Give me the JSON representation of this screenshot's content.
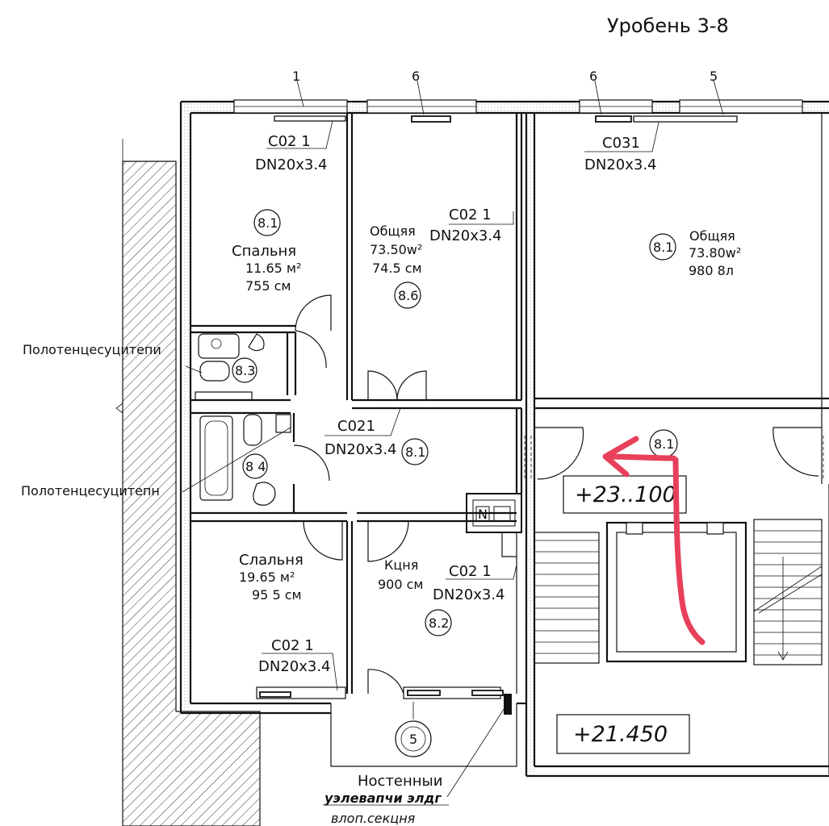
{
  "title": "Уробень 3-8",
  "window_marks": [
    "1",
    "6",
    "6",
    "5"
  ],
  "rooms": {
    "bedroom_top": {
      "tag": "8.1",
      "name": "Спальня",
      "area": "11.65 м²",
      "note": "755 см"
    },
    "common_mid": {
      "name": "Общяя",
      "area": "73.50w²",
      "note": "74.5 см",
      "tag": "8.6"
    },
    "common_right": {
      "tag": "8.1",
      "name": "Общяя",
      "area": "73.80w²",
      "note": "980 8л"
    },
    "bath_upper": {
      "tag": "8.3"
    },
    "bath_lower": {
      "tag": "8 4"
    },
    "hall": {
      "tag": "8.1"
    },
    "bedroom_bottom": {
      "name": "Слальня",
      "area": "19.65 м²",
      "note": "95 5 см"
    },
    "kitchen": {
      "name": "Кцня",
      "note": "900 см",
      "tag": "8.2"
    },
    "stair_hall": {
      "tag": "8.1"
    }
  },
  "radiators": [
    {
      "code": "С02 1",
      "size": "DN20x3.4"
    },
    {
      "code": "С031",
      "size": "DN20x3.4"
    },
    {
      "code": "С02 1",
      "size": "DN20x3.4"
    },
    {
      "code": "С021",
      "size": "DN20x3.4"
    },
    {
      "code": "С02 1",
      "size": "DN20x3.4"
    },
    {
      "code": "С02 1",
      "size": "DN20x3.4"
    }
  ],
  "callouts": {
    "towel_upper": "Полотенцесуцитепи",
    "towel_lower": "Полотенцесуцитепн"
  },
  "levels": {
    "upper": "+23..100",
    "lower": "+21.450"
  },
  "meter_letter": "N",
  "balcony_tag": "5",
  "footer": {
    "line1": "Ностенныи",
    "line2": "уэлевапчи элдг",
    "line3": "влоп.секцня"
  },
  "colors": {
    "ink": "#111111",
    "annotation": "#e8405a",
    "paper": "#ffffff"
  },
  "annotation_icon": "arrow-annotation-icon"
}
